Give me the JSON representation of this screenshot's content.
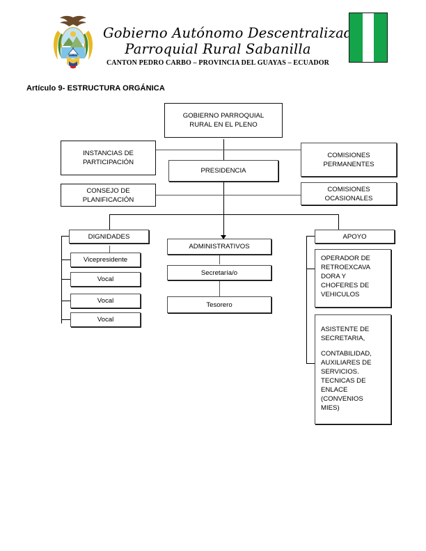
{
  "header": {
    "crest_icon": "ecuador-coat-of-arms-icon",
    "flag_icon": "sabanilla-flag-icon",
    "title_line_1": "Gobierno Autónomo Descentralizado",
    "title_line_2": "Parroquial Rural Sabanilla",
    "subtitle": "CANTON PEDRO CARBO – PROVINCIA DEL GUAYAS – ECUADOR",
    "flag_colors": {
      "stripe": "#14a44a",
      "center": "#ffffff",
      "border": "#111111"
    }
  },
  "article": {
    "title": "Artículo 9- ESTRUCTURA ORGÁNICA"
  },
  "chart_data": {
    "type": "diagram",
    "title": "Artículo 9- ESTRUCTURA ORGÁNICA",
    "nodes": {
      "root": "GOBIERNO PARROQUIAL\nRURAL EN EL PLENO",
      "instancias": "INSTANCIAS DE\nPARTICIPACIÓN",
      "consejo": "CONSEJO DE\nPLANIFICACIÓN",
      "presidencia": "PRESIDENCIA",
      "comisiones_permanentes": "COMISIONES\nPERMANENTES",
      "comisiones_ocasionales": "COMISIONES\nOCASIONALES",
      "dignidades": "DIGNIDADES",
      "administrativos": "ADMINISTRATIVOS",
      "apoyo": "APOYO",
      "vicepresidente": "Vicepresidente",
      "vocal_1": "Vocal",
      "vocal_2": "Vocal",
      "vocal_3": "Vocal",
      "secretaria": "Secretaría/o",
      "tesorero": "Tesorero",
      "operador": "OPERADOR DE\nRETROEXCAVA\nDORA Y\nCHOFERES DE\nVEHICULOS",
      "asistente_p1": "ASISTENTE DE\nSECRETARIA,",
      "asistente_p2": "CONTABILIDAD,\nAUXILIARES DE\nSERVICIOS.\nTECNICAS DE\nENLACE\n(CONVENIOS\nMIES)"
    },
    "edges": [
      {
        "from": "root",
        "to": "presidencia"
      },
      {
        "from": "root",
        "to": "instancias"
      },
      {
        "from": "root",
        "to": "comisiones_permanentes"
      },
      {
        "from": "root",
        "to": "consejo"
      },
      {
        "from": "root",
        "to": "comisiones_ocasionales"
      },
      {
        "from": "presidencia",
        "to": "dignidades"
      },
      {
        "from": "presidencia",
        "to": "administrativos"
      },
      {
        "from": "presidencia",
        "to": "apoyo"
      },
      {
        "from": "dignidades",
        "to": "vicepresidente"
      },
      {
        "from": "dignidades",
        "to": "vocal_1"
      },
      {
        "from": "dignidades",
        "to": "vocal_2"
      },
      {
        "from": "dignidades",
        "to": "vocal_3"
      },
      {
        "from": "administrativos",
        "to": "secretaria"
      },
      {
        "from": "secretaria",
        "to": "tesorero"
      },
      {
        "from": "apoyo",
        "to": "operador"
      },
      {
        "from": "apoyo",
        "to": "asistente_p1"
      }
    ]
  }
}
